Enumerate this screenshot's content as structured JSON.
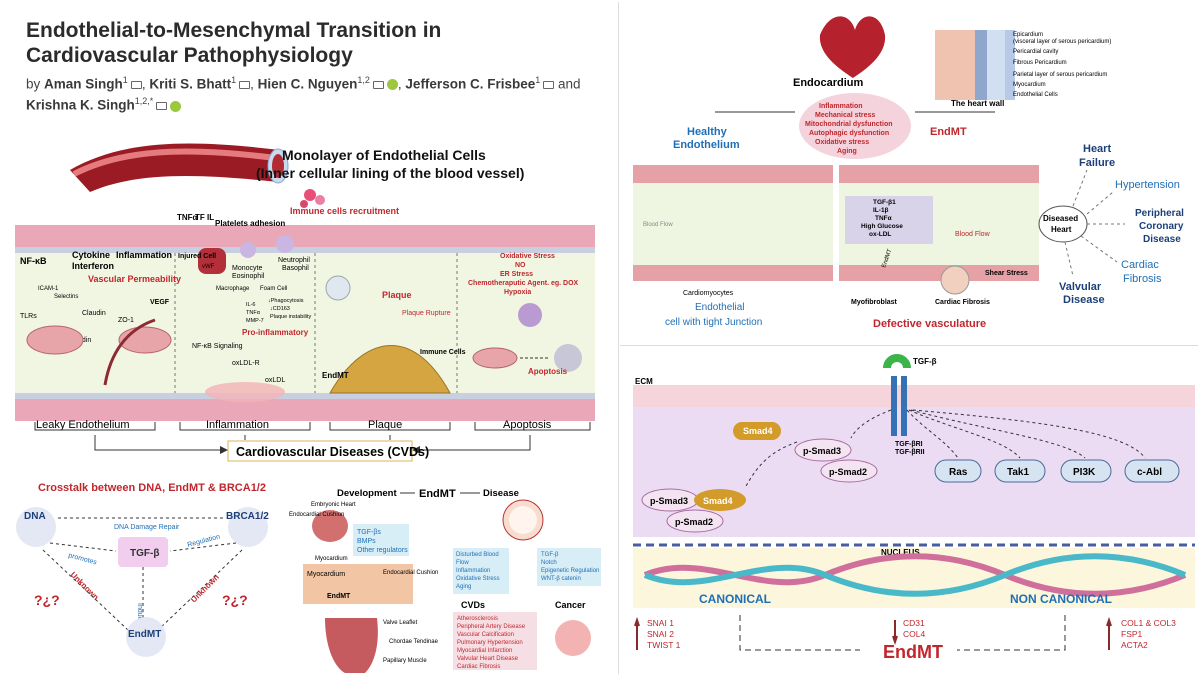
{
  "paper": {
    "title": "Endothelial-to-Mesenchymal Transition in Cardiovascular Pathophysiology",
    "by": "by",
    "authors": [
      {
        "name": "Aman Singh",
        "aff": "1"
      },
      {
        "name": "Kriti S. Bhatt",
        "aff": "1"
      },
      {
        "name": "Hien C. Nguyen",
        "aff": "1,2"
      },
      {
        "name": "Jefferson C. Frisbee",
        "aff": "1"
      },
      {
        "name": "Krishna K. Singh",
        "aff": "1,2,*"
      }
    ],
    "and": "and"
  },
  "panel_a": {
    "heading_1": "Monolayer of Endothelial Cells",
    "heading_2": "(Inner cellular lining of the blood vessel)",
    "immune_recruit": "Immune cells recruitment",
    "platelets": "Platelets adhesion",
    "tnfa": "TNFα",
    "tf": "TF",
    "il": "IL",
    "nfkb": "NF-κB",
    "cytokine": "Cytokine",
    "inflammation": "Inflammation",
    "interferon": "Interferon",
    "vascular_permeability": "Vascular Permeability",
    "vegf": "VEGF",
    "icam": "ICAM-1",
    "selectins": "Selectins",
    "claudin": "Claudin",
    "zo1": "ZO-1",
    "occludin": "Occludin",
    "tlrs": "TLRs",
    "injured_cell": "Injured Cell",
    "vwf": "vWF",
    "monocyte": "Monocyte",
    "eosinophil": "Eosinophil",
    "neutrophil": "Neutrophil",
    "basophil": "Basophil",
    "macrophage": "Macrophage",
    "foam_cell": "Foam Cell",
    "phagocytosis": "↓Phagocytosis",
    "cd163": "↓CD163",
    "plaque_instability": "Plaque instability",
    "il6": "IL-6",
    "tnfa2": "TNFα",
    "mmp": "MMP-7",
    "pro_inflammatory": "Pro-inflammatory",
    "nfkb_signaling": "NF-κB Signaling",
    "oxldlr": "oxLDL-R",
    "oxldl": "oxLDL",
    "plaque": "Plaque",
    "plaque_rupture": "Plaque Rupture",
    "endmt": "EndMT",
    "immune_cells": "Immune Cells",
    "oxidative_stress": "Oxidative Stress",
    "no": "NO",
    "er_stress": "ER Stress",
    "chemo": "Chemotheraputic Agent. eg. DOX",
    "hypoxia": "Hypoxia",
    "apoptosis_label": "Apoptosis",
    "stages": [
      "Leaky Endothelium",
      "Inflammation",
      "Plaque",
      "Apoptosis"
    ],
    "cvds": "Cardiovascular Diseases (CVDs)"
  },
  "panel_b": {
    "title": "Crosstalk between DNA, EndMT & BRCA1/2",
    "dna": "DNA",
    "brca": "BRCA1/2",
    "dna_damage_repair": "DNA Damage Repair",
    "tgfb": "TGF-β",
    "promotes": "promotes",
    "regulation": "Regulation",
    "induce": "Induce",
    "unknown_l": "Unknown",
    "unknown_r": "Unknown",
    "qmarks": "?¿?",
    "endmt": "EndMT"
  },
  "panel_c": {
    "development": "Development",
    "endmt": "EndMT",
    "disease": "Disease",
    "embryonic_heart": "Embryonic Heart",
    "endocardial_cushion": "Endocardial Cushion",
    "tgfbs": "TGF-βs",
    "bmps": "BMPs",
    "other_reg": "Other regulators",
    "myocardium": "Myocardium",
    "myocardium2": "Myocardium",
    "endocardial_cushion2": "Endocardial Cushion",
    "endmt_small": "EndMT",
    "valve_leaflet": "Valve Leaflet",
    "chordae": "Chordae Tendinae",
    "papillary": "Papillary Muscle",
    "disturbed": [
      "Disturbed Blood",
      "Flow",
      "Inflammation",
      "Oxidative Stress",
      "Aging"
    ],
    "tgf_list": [
      "TGF-β",
      "Notch",
      "Epigenetic Regulation",
      "WNT-β catenin"
    ],
    "cvds": "CVDs",
    "cancer": "Cancer",
    "cvd_list": [
      "Atherosclerosis",
      "Peripheral Artery Disease",
      "Vascular Calcification",
      "Pulmonary Hypertension",
      "Myocardial Infarction",
      "Valvular Heart Disease",
      "Cardiac Fibrosis"
    ]
  },
  "panel_d": {
    "endocardium": "Endocardium",
    "heart_wall": "The heart wall",
    "layers": [
      "Epicardium",
      "(visceral layer of serous pericardium)",
      "Pericardial cavity",
      "Fibrous Pericardium",
      "Parietal layer of serous pericardium",
      "Myocardium",
      "Endothelial Cells"
    ],
    "stressors": [
      "Inflammation",
      "Mechanical stress",
      "Mitochondrial dysfunction",
      "Autophagic dysfunction",
      "Oxidative stress",
      "Aging"
    ],
    "healthy_1": "Healthy",
    "healthy_2": "Endothelium",
    "endmt": "EndMT",
    "blood_flow": "Blood Flow",
    "blood_flow2": "Blood Flow",
    "factors": [
      "TGF-β1",
      "IL-1β",
      "TNFα",
      "High Glucose",
      "ox-LDL"
    ],
    "endmt_small": "EndMT",
    "shear_stress": "Shear Stress",
    "cardiomyocytes": "Cardiomyocytes",
    "endothelial_cell_1": "Endothelial",
    "endothelial_cell_2": "cell with tight Junction",
    "myofibroblast": "Myofibroblast",
    "cardiac_fibrosis": "Cardiac Fibrosis",
    "defective": "Defective vasculature",
    "diseased_heart_1": "Diseased",
    "diseased_heart_2": "Heart",
    "heart_failure_1": "Heart",
    "heart_failure_2": "Failure",
    "hypertension": "Hypertension",
    "peripheral": [
      "Peripheral",
      "Coronary",
      "Disease"
    ],
    "cardiac_fibrosis2": [
      "Cardiac",
      "Fibrosis"
    ],
    "valvular": [
      "Valvular",
      "Disease"
    ]
  },
  "panel_e": {
    "tgfb": "TGF-β",
    "ecm": "ECM",
    "tgfbri": "TGF-βRI",
    "tgfbrii": "TGF-βRII",
    "smad4": "Smad4",
    "psmad3": "p-Smad3",
    "psmad2": "p-Smad2",
    "psmad3b": "p-Smad3",
    "smad4b": "Smad4",
    "psmad2b": "p-Smad2",
    "ras": "Ras",
    "tak1": "Tak1",
    "pi3k": "PI3K",
    "cabl": "c-Abl",
    "nucleus": "NUCLEUS",
    "canonical": "CANONICAL",
    "noncanonical": "NON CANONICAL",
    "up_left": [
      "SNAI 1",
      "SNAI 2",
      "TWIST 1"
    ],
    "down_mid": [
      "CD31",
      "COL4"
    ],
    "up_right": [
      "COL1 & COL3",
      "FSP1",
      "ACTA2"
    ],
    "endmt": "EndMT"
  },
  "colors": {
    "red": "#c0272d",
    "blue": "#1f6fb6",
    "pink": "#f6d4dc",
    "lavender": "#ecdcf3",
    "cream": "#fbf6dc"
  }
}
